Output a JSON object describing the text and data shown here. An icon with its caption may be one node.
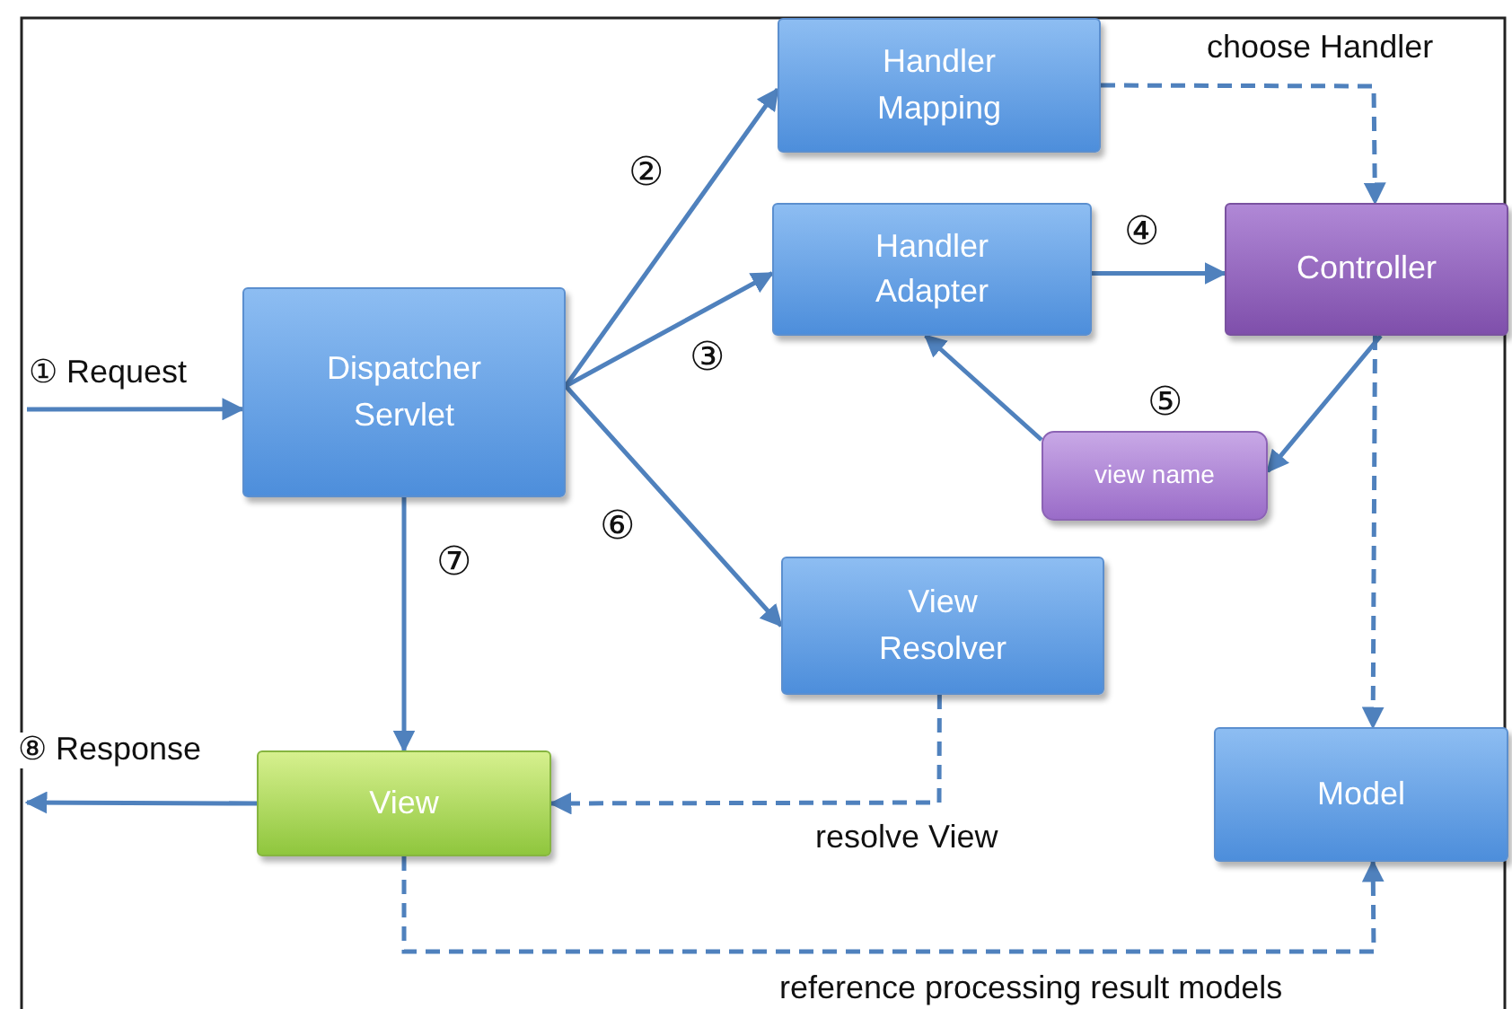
{
  "diagram": {
    "nodes": [
      {
        "text": [
          "Dispatcher Servlet"
        ]
      },
      {
        "text": [
          "Handler Mapping"
        ]
      },
      {
        "text": [
          "Handler Adapter"
        ]
      },
      {
        "text": [
          "Controller"
        ]
      },
      {
        "text": [
          "view name"
        ]
      },
      {
        "text": [
          "View Resolver"
        ]
      },
      {
        "text": [
          "View"
        ]
      },
      {
        "text": [
          "Model"
        ]
      }
    ],
    "edges": [
      {
        "from": null,
        "to": 0,
        "arrow": "to",
        "label": "① Request"
      },
      {
        "from": 0,
        "to": 1,
        "arrow": "to",
        "label": "②"
      },
      {
        "from": 0,
        "to": 2,
        "arrow": "to",
        "label": "③"
      },
      {
        "from": 2,
        "to": 3,
        "arrow": "to",
        "label": "④"
      },
      {
        "from": 3,
        "to": 4,
        "arrow": "to"
      },
      {
        "from": 4,
        "to": 2,
        "arrow": "to",
        "label": "⑤"
      },
      {
        "from": 0,
        "to": 5,
        "arrow": "to",
        "label": "⑥"
      },
      {
        "from": 0,
        "to": 6,
        "arrow": "to",
        "label": "⑦"
      },
      {
        "from": 6,
        "to": null,
        "arrow": "to",
        "label": "⑧ Response"
      },
      {
        "from": 1,
        "to": 3,
        "arrow": "to",
        "style": "dashed",
        "label": "choose Handler"
      },
      {
        "from": 5,
        "to": 6,
        "arrow": "to",
        "style": "dashed",
        "label": "resolve View"
      },
      {
        "from": 3,
        "to": 7,
        "arrow": "to",
        "style": "dashed"
      },
      {
        "from": 6,
        "to": 7,
        "arrow": "to",
        "style": "dashed",
        "label": "reference processing result models"
      }
    ]
  }
}
